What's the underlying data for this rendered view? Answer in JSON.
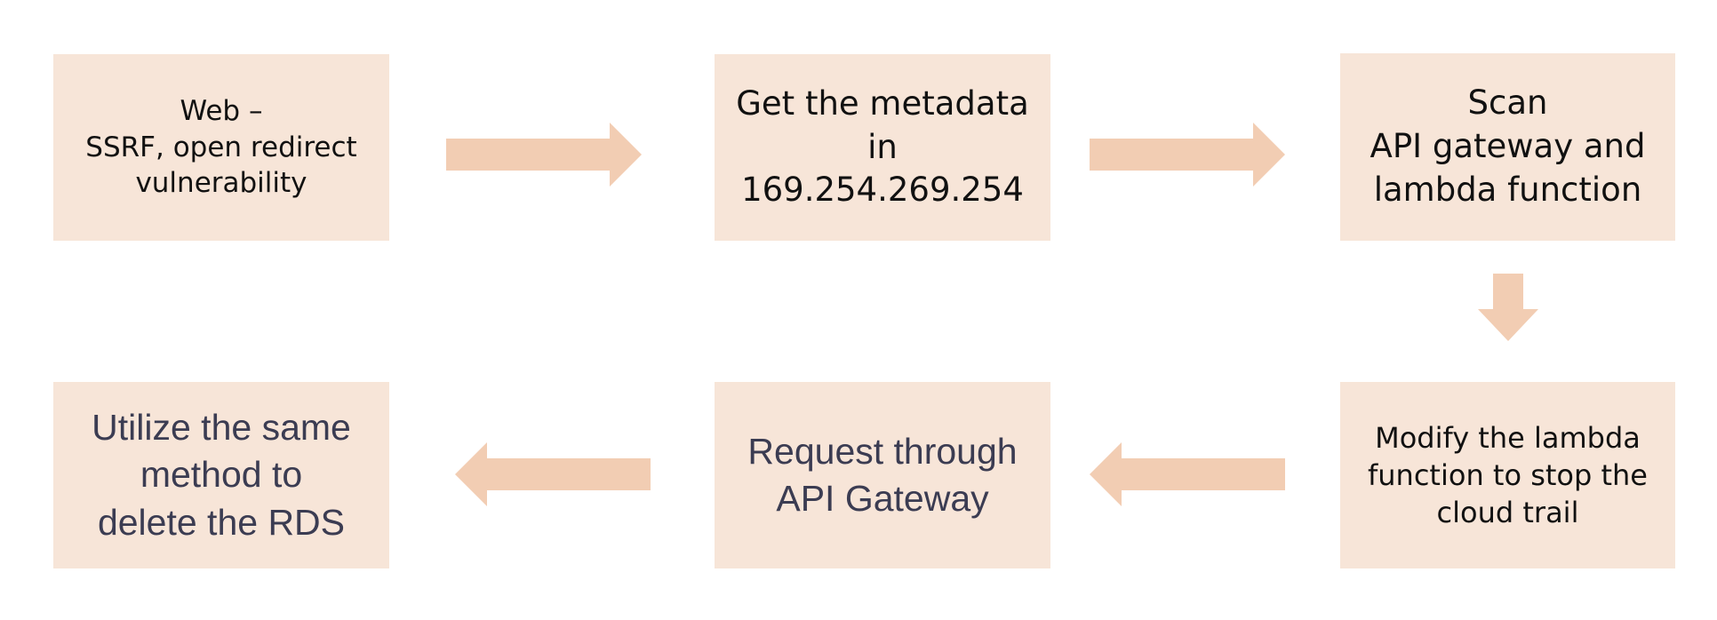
{
  "colors": {
    "box_fill": "#f7e5d8",
    "arrow_fill": "#f2cdb3",
    "text_dark": "#111111",
    "text_slate": "#3b3c52"
  },
  "steps": [
    {
      "text": "Web –\nSSRF, open redirect\nvulnerability"
    },
    {
      "text": "Get the metadata\nin\n169.254.269.254"
    },
    {
      "text": "Scan\nAPI gateway and\nlambda function"
    },
    {
      "text": "Modify the lambda\nfunction to stop the\ncloud trail"
    },
    {
      "text": "Request through\nAPI Gateway"
    },
    {
      "text": "Utilize the same\nmethod to\ndelete the RDS"
    }
  ]
}
